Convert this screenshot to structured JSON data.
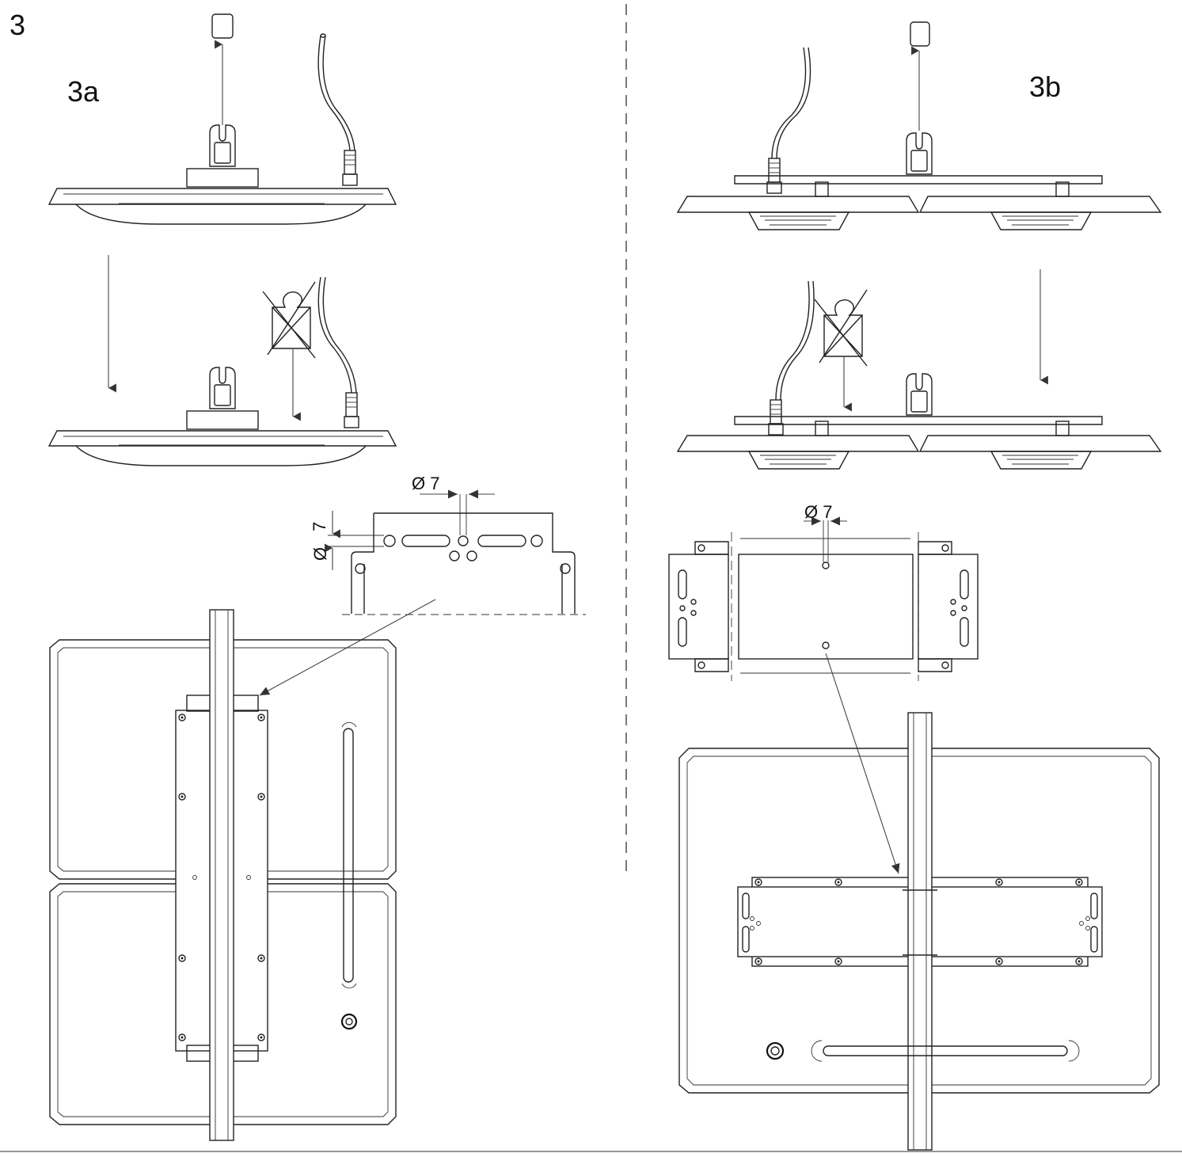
{
  "figure": {
    "step_number": "3",
    "panel_a": {
      "label": "3a"
    },
    "panel_b": {
      "label": "3b"
    },
    "dims": {
      "a_hole_diameter": "Ø 7",
      "a_side_dim": "7",
      "a_side_diameter_symbol": "Ø",
      "b_hole_diameter": "Ø 7"
    },
    "colors": {
      "line": "#222222",
      "background": "#ffffff"
    }
  }
}
